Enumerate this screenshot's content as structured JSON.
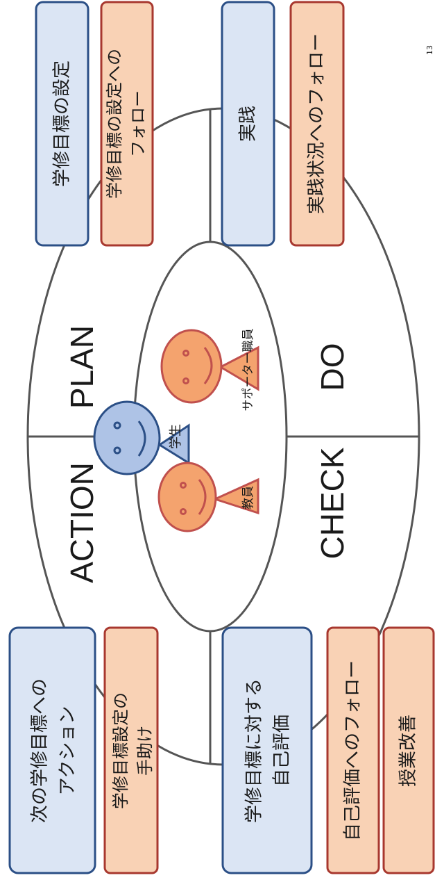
{
  "phases": {
    "plan": "PLAN",
    "do": "DO",
    "check": "CHECK",
    "action": "ACTION"
  },
  "boxes": {
    "plan_student": "学修目標の設定",
    "plan_support": [
      "学修目標の設定への",
      "フォロー"
    ],
    "do_student": "実践",
    "do_support": "実践状況へのフォロー",
    "check_student": [
      "学修目標に対する",
      "自己評価"
    ],
    "check_support": "自己評価へのフォロー",
    "check_improve": "授業改善",
    "action_student": [
      "次の学修目標への",
      "アクション"
    ],
    "action_support": [
      "学修目標設定の",
      "手助け"
    ]
  },
  "figures": {
    "student": "学生",
    "teacher": "教員",
    "supporter": "サポーター職員"
  },
  "page_number": "13",
  "colors": {
    "student_fill": "#dbe5f4",
    "student_border": "#2b4f86",
    "support_fill": "#f9d2b5",
    "support_border": "#a8382f",
    "face_blue": "#aec3e6",
    "face_orange": "#f4a36e"
  }
}
